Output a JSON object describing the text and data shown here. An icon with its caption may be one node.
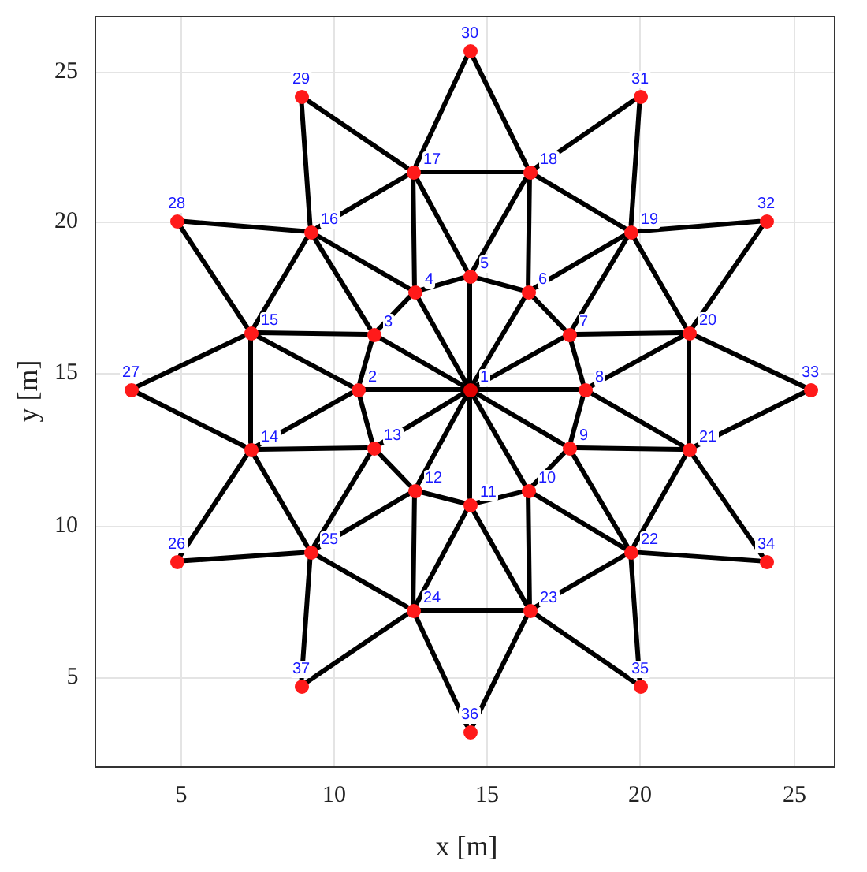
{
  "diagram": {
    "nodes": [
      {
        "text": [
          "1"
        ]
      },
      {
        "text": [
          "2"
        ]
      },
      {
        "text": [
          "3"
        ]
      },
      {
        "text": [
          "4"
        ]
      },
      {
        "text": [
          "5"
        ]
      },
      {
        "text": [
          "6"
        ]
      },
      {
        "text": [
          "7"
        ]
      },
      {
        "text": [
          "8"
        ]
      },
      {
        "text": [
          "9"
        ]
      },
      {
        "text": [
          "10"
        ]
      },
      {
        "text": [
          "11"
        ]
      },
      {
        "text": [
          "12"
        ]
      },
      {
        "text": [
          "13"
        ]
      },
      {
        "text": [
          "14"
        ]
      },
      {
        "text": [
          "15"
        ]
      },
      {
        "text": [
          "16"
        ]
      },
      {
        "text": [
          "17"
        ]
      },
      {
        "text": [
          "18"
        ]
      },
      {
        "text": [
          "19"
        ]
      },
      {
        "text": [
          "20"
        ]
      },
      {
        "text": [
          "21"
        ]
      },
      {
        "text": [
          "22"
        ]
      },
      {
        "text": [
          "23"
        ]
      },
      {
        "text": [
          "24"
        ]
      },
      {
        "text": [
          "25"
        ]
      },
      {
        "text": [
          "26"
        ]
      },
      {
        "text": [
          "27"
        ]
      },
      {
        "text": [
          "28"
        ]
      },
      {
        "text": [
          "29"
        ]
      },
      {
        "text": [
          "30"
        ]
      },
      {
        "text": [
          "31"
        ]
      },
      {
        "text": [
          "32"
        ]
      },
      {
        "text": [
          "33"
        ]
      },
      {
        "text": [
          "34"
        ]
      },
      {
        "text": [
          "35"
        ]
      },
      {
        "text": [
          "36"
        ]
      },
      {
        "text": [
          "37"
        ]
      }
    ],
    "edges": [
      {
        "from": 0,
        "to": 1,
        "arrow": "none"
      },
      {
        "from": 0,
        "to": 2,
        "arrow": "none"
      },
      {
        "from": 0,
        "to": 3,
        "arrow": "none"
      },
      {
        "from": 0,
        "to": 4,
        "arrow": "none"
      },
      {
        "from": 0,
        "to": 5,
        "arrow": "none"
      },
      {
        "from": 0,
        "to": 6,
        "arrow": "none"
      },
      {
        "from": 0,
        "to": 7,
        "arrow": "none"
      },
      {
        "from": 0,
        "to": 8,
        "arrow": "none"
      },
      {
        "from": 0,
        "to": 9,
        "arrow": "none"
      },
      {
        "from": 0,
        "to": 10,
        "arrow": "none"
      },
      {
        "from": 0,
        "to": 11,
        "arrow": "none"
      },
      {
        "from": 0,
        "to": 12,
        "arrow": "none"
      },
      {
        "from": 1,
        "to": 2,
        "arrow": "none"
      },
      {
        "from": 2,
        "to": 3,
        "arrow": "none"
      },
      {
        "from": 3,
        "to": 4,
        "arrow": "none"
      },
      {
        "from": 4,
        "to": 5,
        "arrow": "none"
      },
      {
        "from": 5,
        "to": 6,
        "arrow": "none"
      },
      {
        "from": 6,
        "to": 7,
        "arrow": "none"
      },
      {
        "from": 7,
        "to": 8,
        "arrow": "none"
      },
      {
        "from": 8,
        "to": 9,
        "arrow": "none"
      },
      {
        "from": 9,
        "to": 10,
        "arrow": "none"
      },
      {
        "from": 10,
        "to": 11,
        "arrow": "none"
      },
      {
        "from": 11,
        "to": 12,
        "arrow": "none"
      },
      {
        "from": 12,
        "to": 1,
        "arrow": "none"
      },
      {
        "from": 13,
        "to": 1,
        "arrow": "none"
      },
      {
        "from": 13,
        "to": 12,
        "arrow": "none"
      },
      {
        "from": 14,
        "to": 1,
        "arrow": "none"
      },
      {
        "from": 14,
        "to": 2,
        "arrow": "none"
      },
      {
        "from": 15,
        "to": 2,
        "arrow": "none"
      },
      {
        "from": 15,
        "to": 3,
        "arrow": "none"
      },
      {
        "from": 16,
        "to": 3,
        "arrow": "none"
      },
      {
        "from": 16,
        "to": 4,
        "arrow": "none"
      },
      {
        "from": 17,
        "to": 4,
        "arrow": "none"
      },
      {
        "from": 17,
        "to": 5,
        "arrow": "none"
      },
      {
        "from": 18,
        "to": 5,
        "arrow": "none"
      },
      {
        "from": 18,
        "to": 6,
        "arrow": "none"
      },
      {
        "from": 19,
        "to": 6,
        "arrow": "none"
      },
      {
        "from": 19,
        "to": 7,
        "arrow": "none"
      },
      {
        "from": 20,
        "to": 7,
        "arrow": "none"
      },
      {
        "from": 20,
        "to": 8,
        "arrow": "none"
      },
      {
        "from": 21,
        "to": 8,
        "arrow": "none"
      },
      {
        "from": 21,
        "to": 9,
        "arrow": "none"
      },
      {
        "from": 22,
        "to": 9,
        "arrow": "none"
      },
      {
        "from": 22,
        "to": 10,
        "arrow": "none"
      },
      {
        "from": 23,
        "to": 10,
        "arrow": "none"
      },
      {
        "from": 23,
        "to": 11,
        "arrow": "none"
      },
      {
        "from": 24,
        "to": 11,
        "arrow": "none"
      },
      {
        "from": 24,
        "to": 12,
        "arrow": "none"
      },
      {
        "from": 13,
        "to": 14,
        "arrow": "none"
      },
      {
        "from": 14,
        "to": 15,
        "arrow": "none"
      },
      {
        "from": 15,
        "to": 16,
        "arrow": "none"
      },
      {
        "from": 16,
        "to": 17,
        "arrow": "none"
      },
      {
        "from": 17,
        "to": 18,
        "arrow": "none"
      },
      {
        "from": 18,
        "to": 19,
        "arrow": "none"
      },
      {
        "from": 19,
        "to": 20,
        "arrow": "none"
      },
      {
        "from": 20,
        "to": 21,
        "arrow": "none"
      },
      {
        "from": 21,
        "to": 22,
        "arrow": "none"
      },
      {
        "from": 22,
        "to": 23,
        "arrow": "none"
      },
      {
        "from": 23,
        "to": 24,
        "arrow": "none"
      },
      {
        "from": 24,
        "to": 13,
        "arrow": "none"
      },
      {
        "from": 25,
        "to": 24,
        "arrow": "none"
      },
      {
        "from": 25,
        "to": 13,
        "arrow": "none"
      },
      {
        "from": 26,
        "to": 13,
        "arrow": "none"
      },
      {
        "from": 26,
        "to": 14,
        "arrow": "none"
      },
      {
        "from": 27,
        "to": 14,
        "arrow": "none"
      },
      {
        "from": 27,
        "to": 15,
        "arrow": "none"
      },
      {
        "from": 28,
        "to": 15,
        "arrow": "none"
      },
      {
        "from": 28,
        "to": 16,
        "arrow": "none"
      },
      {
        "from": 29,
        "to": 16,
        "arrow": "none"
      },
      {
        "from": 29,
        "to": 17,
        "arrow": "none"
      },
      {
        "from": 30,
        "to": 17,
        "arrow": "none"
      },
      {
        "from": 30,
        "to": 18,
        "arrow": "none"
      },
      {
        "from": 31,
        "to": 18,
        "arrow": "none"
      },
      {
        "from": 31,
        "to": 19,
        "arrow": "none"
      },
      {
        "from": 32,
        "to": 19,
        "arrow": "none"
      },
      {
        "from": 32,
        "to": 20,
        "arrow": "none"
      },
      {
        "from": 33,
        "to": 20,
        "arrow": "none"
      },
      {
        "from": 33,
        "to": 21,
        "arrow": "none"
      },
      {
        "from": 34,
        "to": 21,
        "arrow": "none"
      },
      {
        "from": 34,
        "to": 22,
        "arrow": "none"
      },
      {
        "from": 35,
        "to": 22,
        "arrow": "none"
      },
      {
        "from": 35,
        "to": 23,
        "arrow": "none"
      },
      {
        "from": 36,
        "to": 23,
        "arrow": "none"
      },
      {
        "from": 36,
        "to": 24,
        "arrow": "none"
      }
    ],
    "labels": [
      "25",
      "20",
      "15",
      "10",
      "5",
      "y [m]",
      "5",
      "10",
      "15",
      "20",
      "25",
      "x [m]"
    ]
  }
}
